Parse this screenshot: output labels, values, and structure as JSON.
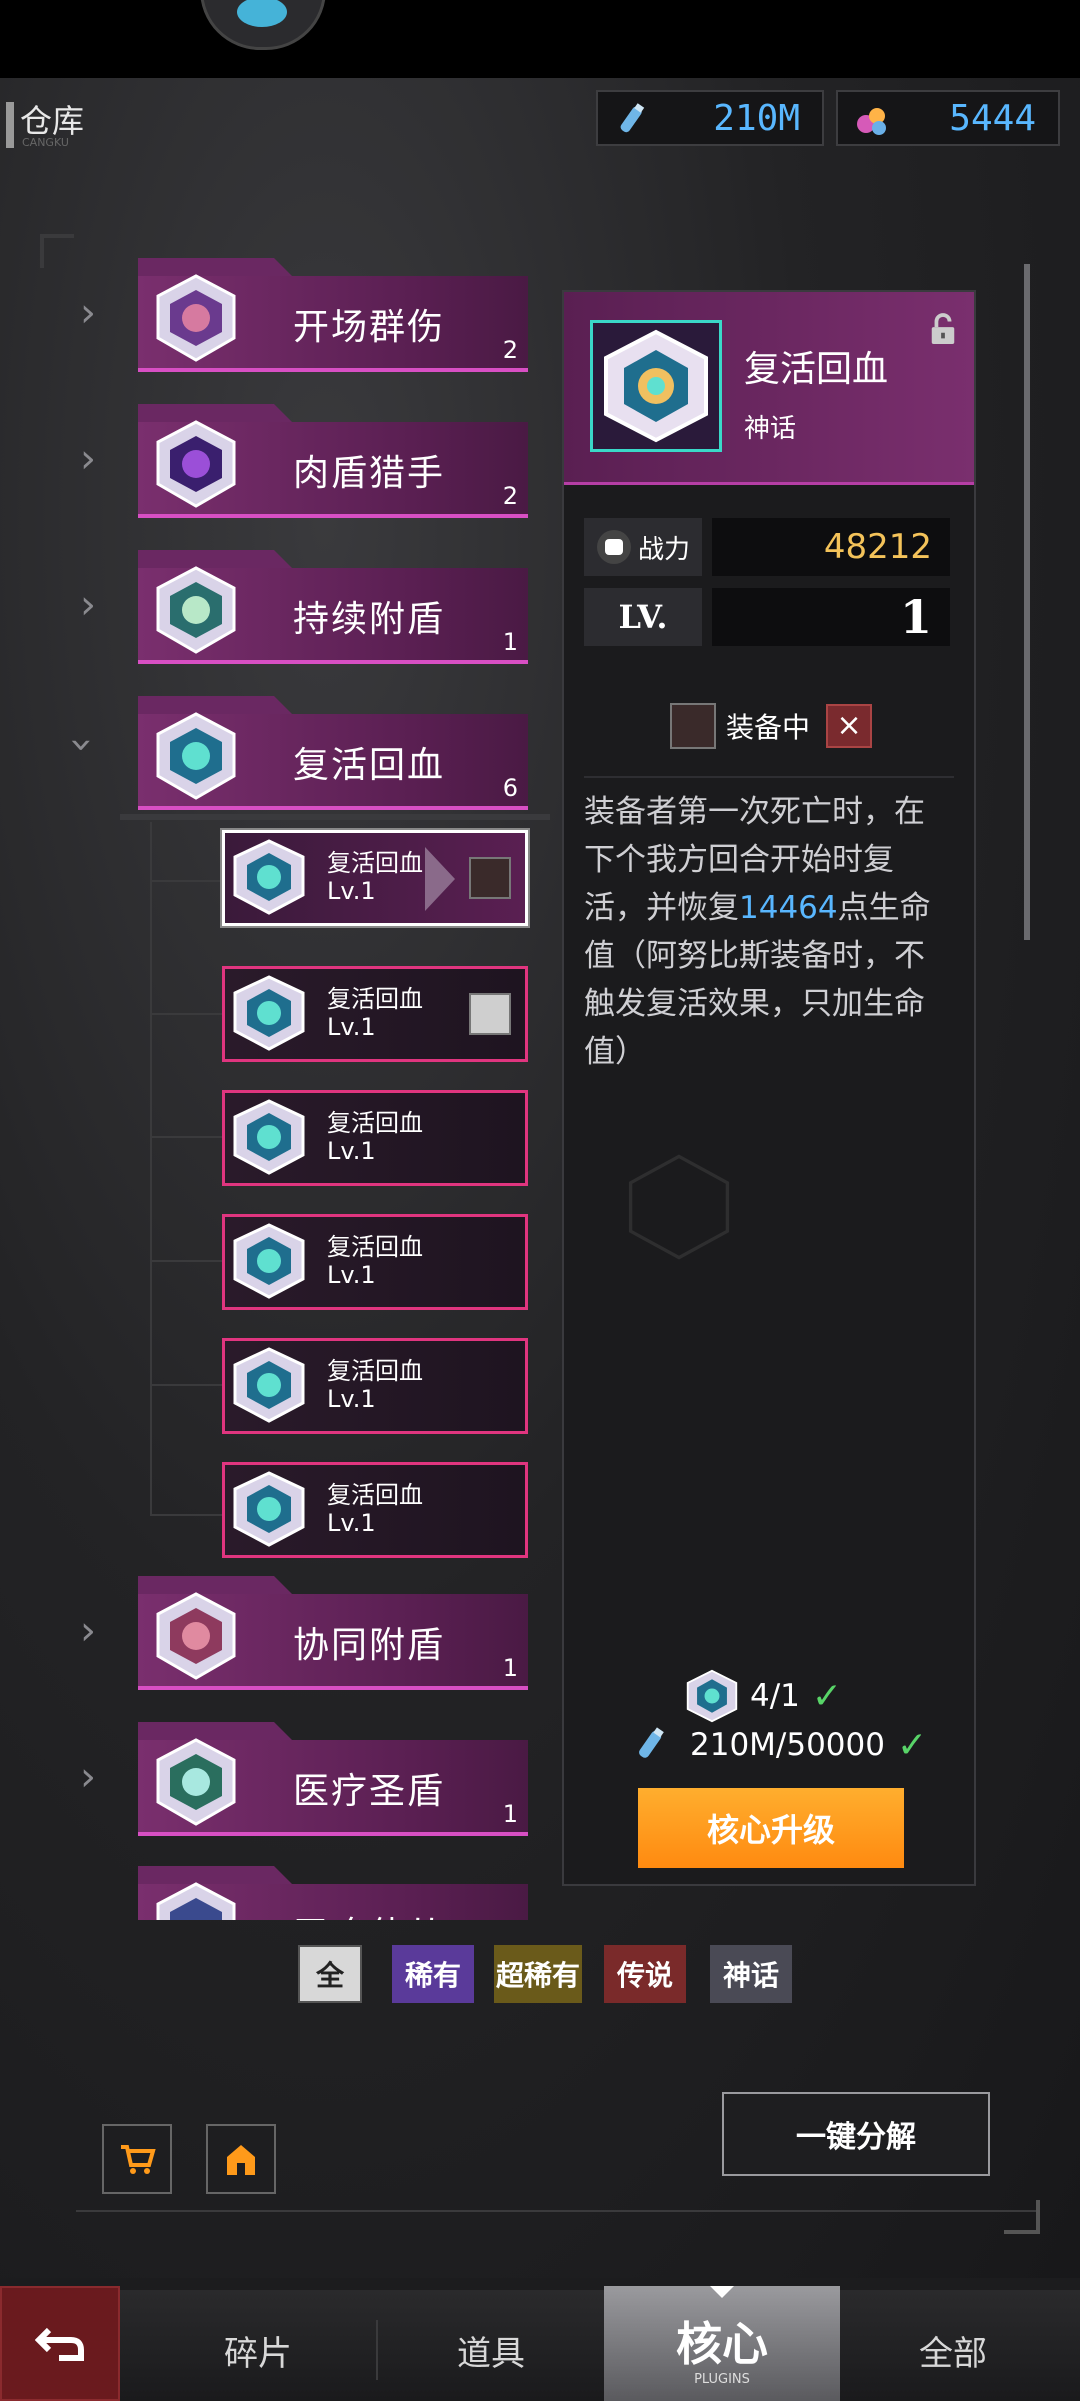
{
  "header": {
    "title": "仓库",
    "title_sub": "CANGKU",
    "resource1": "210M",
    "resource2": "5444"
  },
  "categories": [
    {
      "name": "开场群伤",
      "count": "2"
    },
    {
      "name": "肉盾猎手",
      "count": "2"
    },
    {
      "name": "持续附盾",
      "count": "1"
    },
    {
      "name": "复活回血",
      "count": "6"
    },
    {
      "name": "协同附盾",
      "count": "1"
    },
    {
      "name": "医疗圣盾",
      "count": "1"
    },
    {
      "name": "召唤使从",
      "count": ""
    }
  ],
  "items": [
    {
      "name": "复活回血",
      "level": "Lv.1"
    },
    {
      "name": "复活回血",
      "level": "Lv.1"
    },
    {
      "name": "复活回血",
      "level": "Lv.1"
    },
    {
      "name": "复活回血",
      "level": "Lv.1"
    },
    {
      "name": "复活回血",
      "level": "Lv.1"
    },
    {
      "name": "复活回血",
      "level": "Lv.1"
    }
  ],
  "detail": {
    "name": "复活回血",
    "rarity": "神话",
    "power_label": "战力",
    "power_value": "48212",
    "level_label": "LV.",
    "level_value": "1",
    "equipped_label": "装备中",
    "desc_part1": "装备者第一次死亡时，在下个我方回合开始时复活，并恢复",
    "desc_highlight": "14464",
    "desc_part2": "点生命值（阿努比斯装备时，不触发复活效果，只加生命值）",
    "req1": "4/1",
    "req2": "210M/50000",
    "upgrade_label": "核心升级"
  },
  "filters": [
    "全",
    "稀有",
    "超稀有",
    "传说",
    "神话"
  ],
  "dismantle_label": "一键分解",
  "nav": {
    "tab1": "碎片",
    "tab2": "道具",
    "tab3": "核心",
    "tab3_sub": "PLUGINS",
    "tab4": "全部"
  },
  "colors": {
    "accent_blue": "#59b7ff",
    "power_gold": "#f4c35a",
    "upgrade_orange": "#ff9a1a",
    "item_border": "#e0357f"
  }
}
